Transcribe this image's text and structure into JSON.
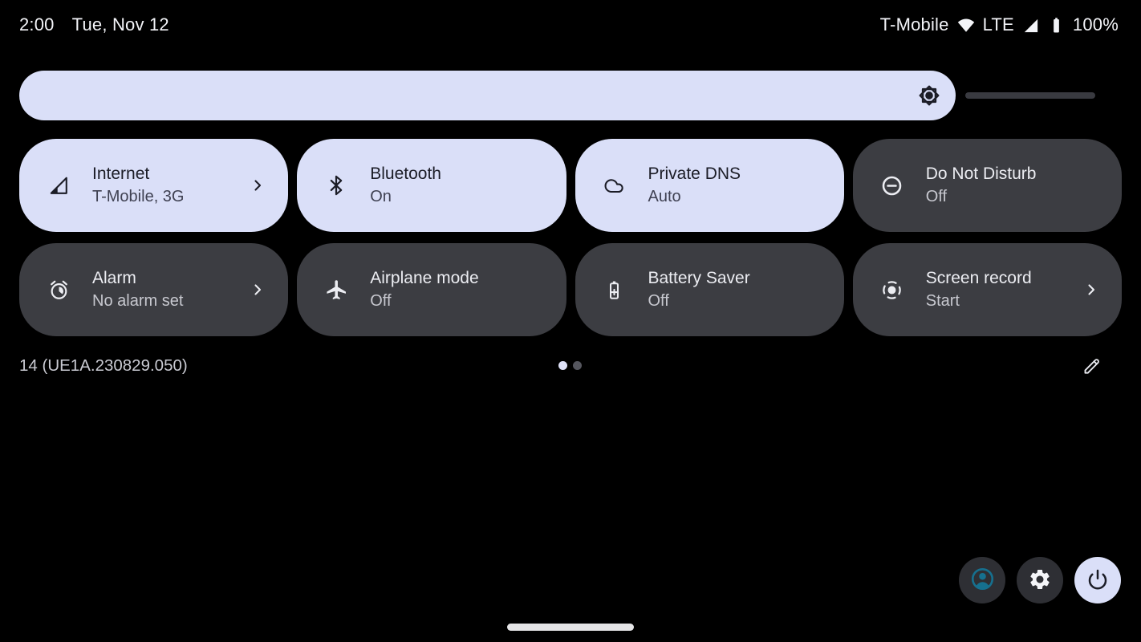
{
  "status_bar": {
    "time": "2:00",
    "date": "Tue, Nov 12",
    "carrier": "T-Mobile",
    "wifi_icon": "wifi-icon",
    "network_type": "LTE",
    "signal_icon": "cellular-signal-icon",
    "battery_icon": "battery-full-icon",
    "battery_level": "100%"
  },
  "brightness_slider": {
    "percent": 87,
    "icon": "brightness-icon"
  },
  "tiles": [
    {
      "title": "Internet",
      "subtitle": "T-Mobile, 3G",
      "state": "on",
      "icon": "cellular-signal-icon",
      "has_chevron": true
    },
    {
      "title": "Bluetooth",
      "subtitle": "On",
      "state": "on",
      "icon": "bluetooth-icon",
      "has_chevron": false
    },
    {
      "title": "Private DNS",
      "subtitle": "Auto",
      "state": "on",
      "icon": "cloud-icon",
      "has_chevron": false
    },
    {
      "title": "Do Not Disturb",
      "subtitle": "Off",
      "state": "off",
      "icon": "do-not-disturb-icon",
      "has_chevron": false
    },
    {
      "title": "Alarm",
      "subtitle": "No alarm set",
      "state": "off",
      "icon": "alarm-icon",
      "has_chevron": true
    },
    {
      "title": "Airplane mode",
      "subtitle": "Off",
      "state": "off",
      "icon": "airplane-icon",
      "has_chevron": false
    },
    {
      "title": "Battery Saver",
      "subtitle": "Off",
      "state": "off",
      "icon": "battery-saver-icon",
      "has_chevron": false
    },
    {
      "title": "Screen record",
      "subtitle": "Start",
      "state": "off",
      "icon": "screen-record-icon",
      "has_chevron": true
    }
  ],
  "footer": {
    "build_label": "14 (UE1A.230829.050)",
    "pager": {
      "total_pages": 2,
      "active_page": 1
    },
    "edit_icon": "edit-pencil-icon",
    "user_button_icon": "user-avatar-icon",
    "settings_button_icon": "gear-icon",
    "power_button_icon": "power-icon"
  },
  "colors": {
    "background": "#000000",
    "tile_active_bg": "#dadff8",
    "tile_inactive_bg": "#3c3d42",
    "tile_active_text": "#1b1c26",
    "tile_inactive_text": "#ecedf2",
    "avatar_accent": "#16708f",
    "power_button_bg": "#dadff8",
    "slider_track": "#393a40"
  }
}
